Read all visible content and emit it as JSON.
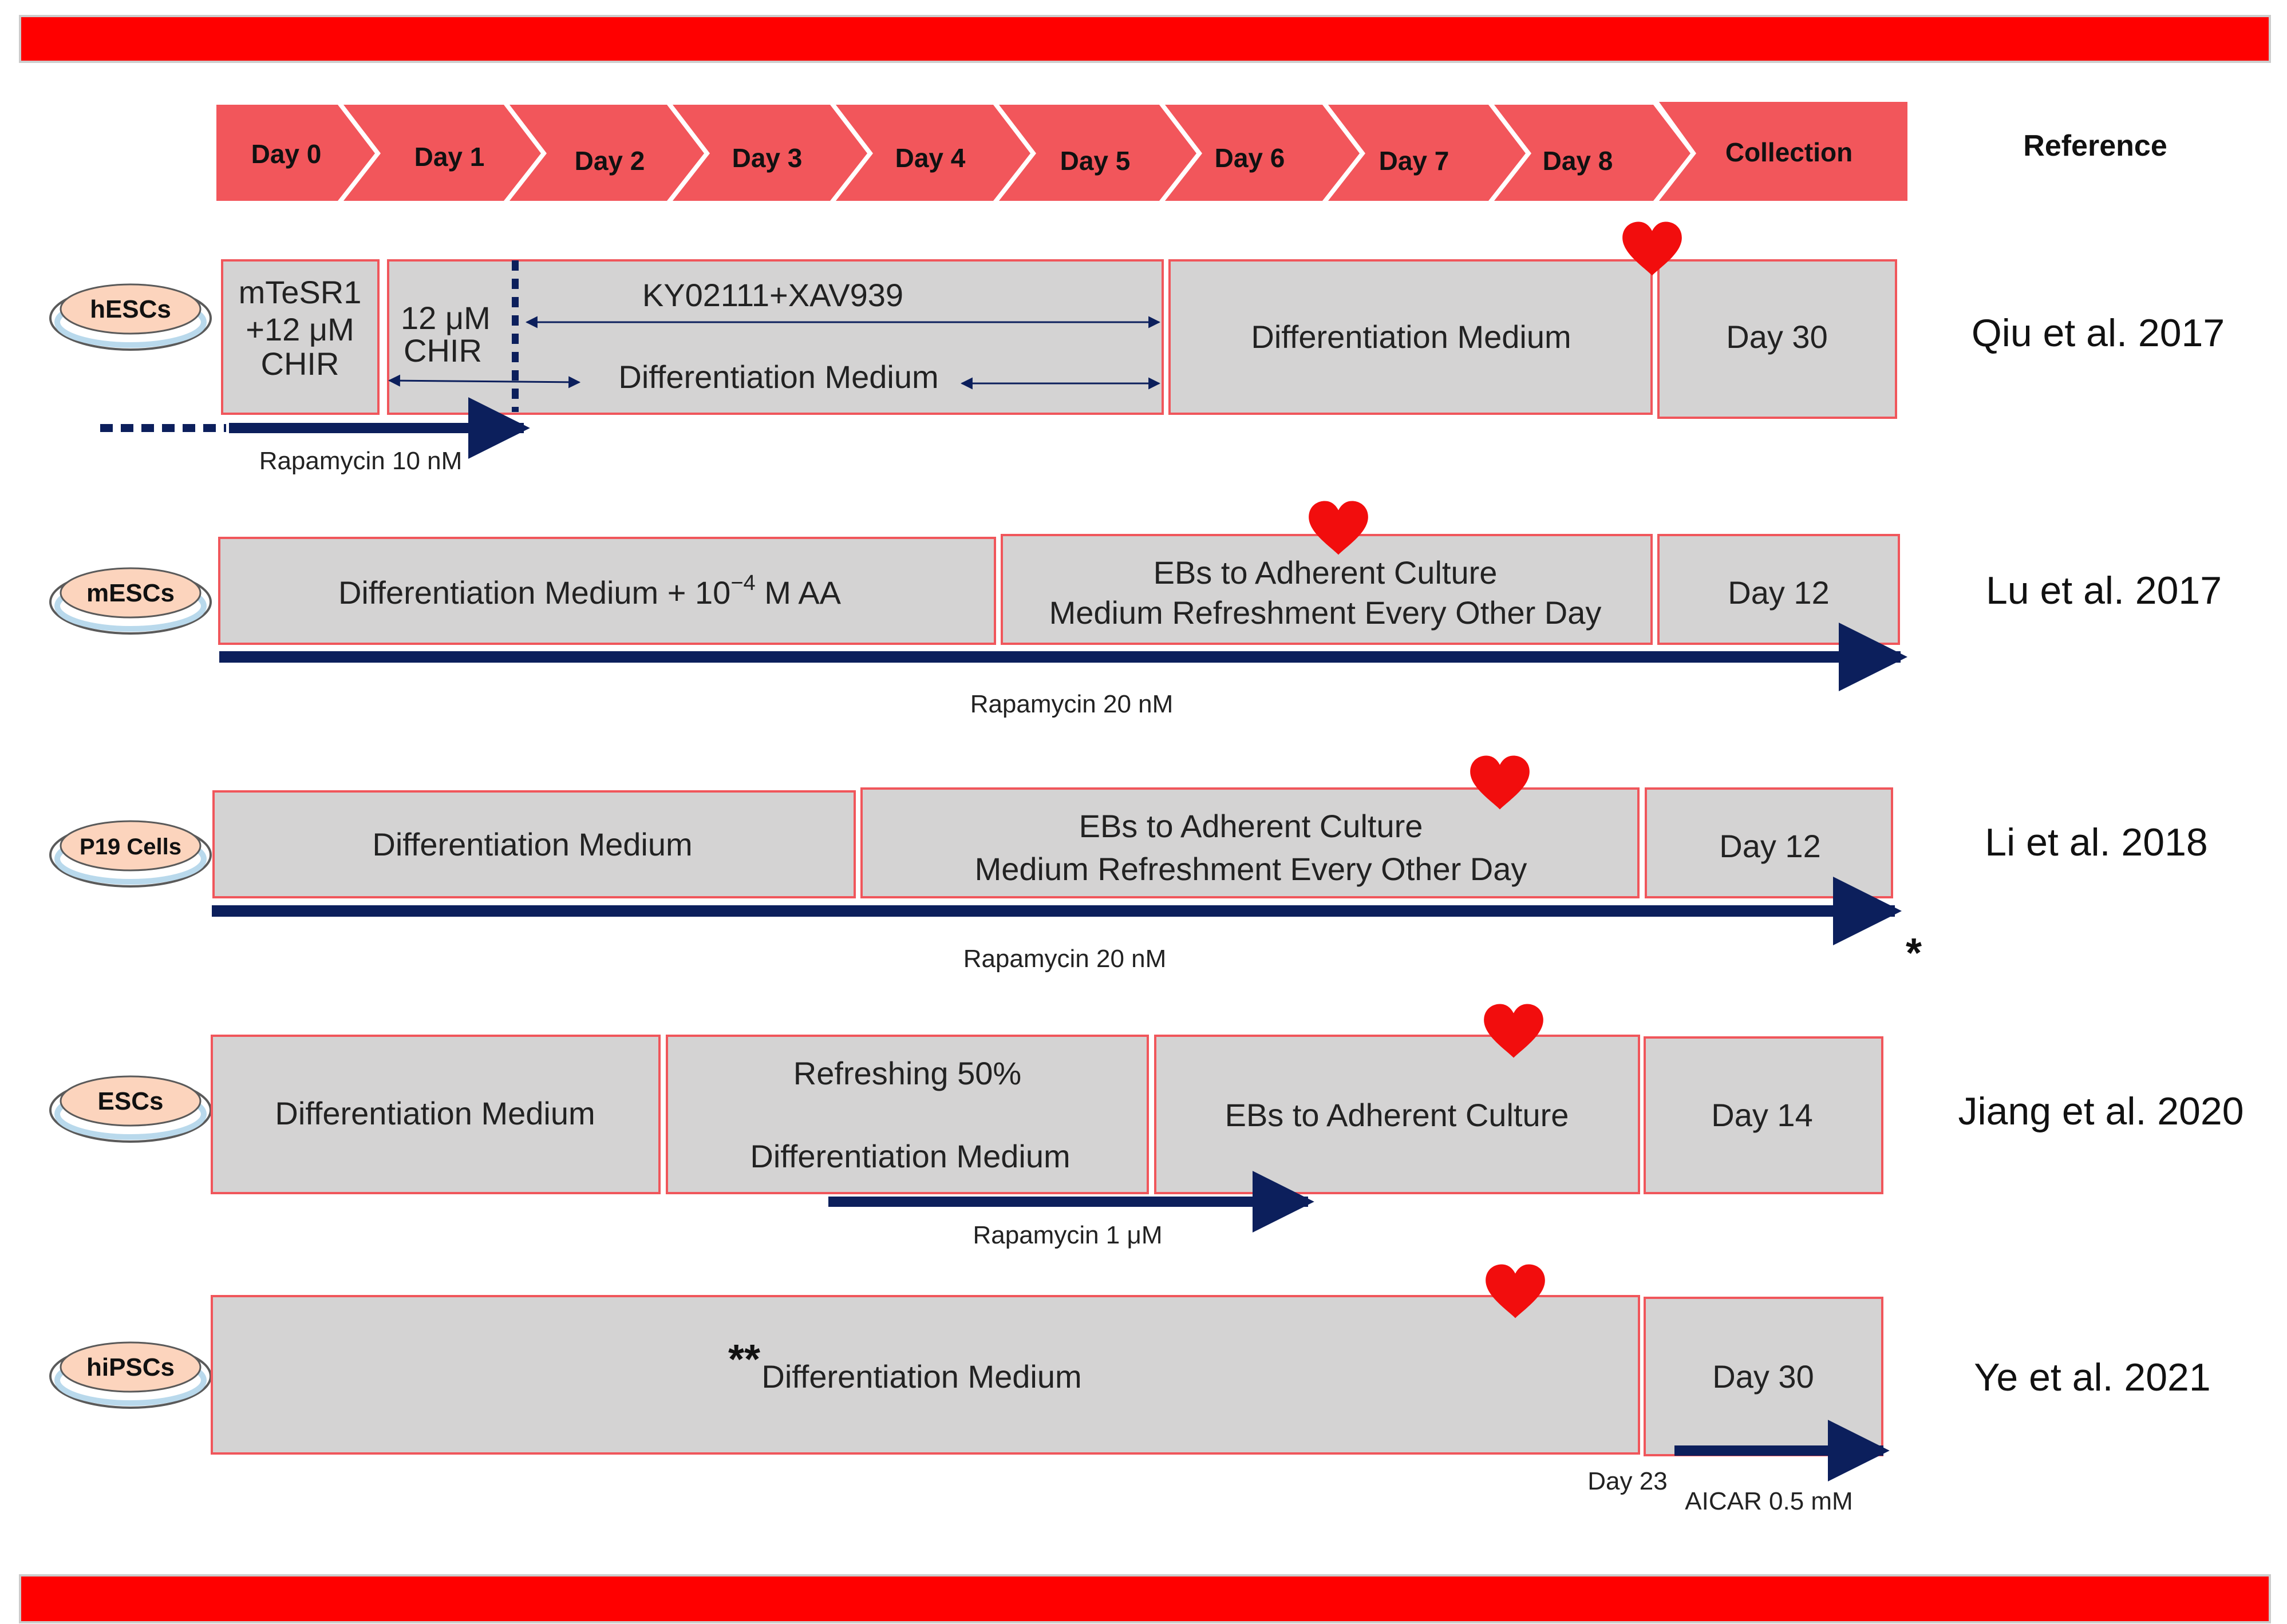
{
  "header": {
    "days": [
      "Day 0",
      "Day 1",
      "Day 2",
      "Day 3",
      "Day 4",
      "Day 5",
      "Day 6",
      "Day 7",
      "Day 8"
    ],
    "collection": "Collection",
    "reference": "Reference"
  },
  "rows": [
    {
      "dish": "hESCs",
      "reference": "Qiu et al. 2017",
      "cells": [
        {
          "lines": [
            "mTeSR1",
            "+12 μM",
            "CHIR"
          ]
        },
        {
          "lines": [
            "12 μM",
            "CHIR"
          ]
        },
        {
          "lines": [
            "KY02111+XAV939",
            "Differentiation Medium"
          ]
        },
        {
          "lines": [
            "Differentiation Medium"
          ]
        },
        {
          "lines": [
            "Day 30"
          ]
        }
      ],
      "drugs": [
        {
          "label": "Rapamycin 10 nM"
        }
      ]
    },
    {
      "dish": "mESCs",
      "reference": "Lu et al. 2017",
      "cells": [
        {
          "lines": [
            "Differentiation Medium + 10",
            "−4",
            " M AA"
          ]
        },
        {
          "lines": [
            "EBs to Adherent Culture",
            "Medium Refreshment Every Other Day"
          ]
        },
        {
          "lines": [
            "Day 12"
          ]
        }
      ],
      "drugs": [
        {
          "label": "Rapamycin 20 nM"
        }
      ]
    },
    {
      "dish": "P19 Cells",
      "reference": "Li et al. 2018",
      "cells": [
        {
          "lines": [
            "Differentiation Medium"
          ]
        },
        {
          "lines": [
            "EBs to Adherent Culture",
            "Medium Refreshment Every Other Day"
          ]
        },
        {
          "lines": [
            "Day 12"
          ]
        }
      ],
      "drugs": [
        {
          "label": "Rapamycin 20 nM"
        }
      ],
      "note": "*"
    },
    {
      "dish": "ESCs",
      "reference": "Jiang et al. 2020",
      "cells": [
        {
          "lines": [
            "Differentiation Medium"
          ]
        },
        {
          "lines": [
            "Refreshing 50%",
            "Differentiation Medium"
          ]
        },
        {
          "lines": [
            "EBs to Adherent Culture"
          ]
        },
        {
          "lines": [
            "Day 14"
          ]
        }
      ],
      "drugs": [
        {
          "label": "Rapamycin 1 μM"
        }
      ]
    },
    {
      "dish": "hiPSCs",
      "reference": "Ye et al. 2021",
      "cells": [
        {
          "lines": [
            "Differentiation Medium"
          ]
        },
        {
          "lines": [
            "Day 30"
          ]
        }
      ],
      "drugs": [
        {
          "label": "AICAR 0.5 mM"
        }
      ],
      "note": "**",
      "day_marker": "Day 23"
    }
  ],
  "colors": {
    "band": "#ff0000",
    "chevron": "#f2565b",
    "cell_fill": "#d4d3d3",
    "cell_border": "#f0565b",
    "arrow": "#0c1f5c",
    "heart": "#f20d0d",
    "dish_cells": "#fcd4bd",
    "dish_rim": "#b9d9ec"
  },
  "icons": [
    "heart-icon",
    "petri-dish-icon"
  ]
}
